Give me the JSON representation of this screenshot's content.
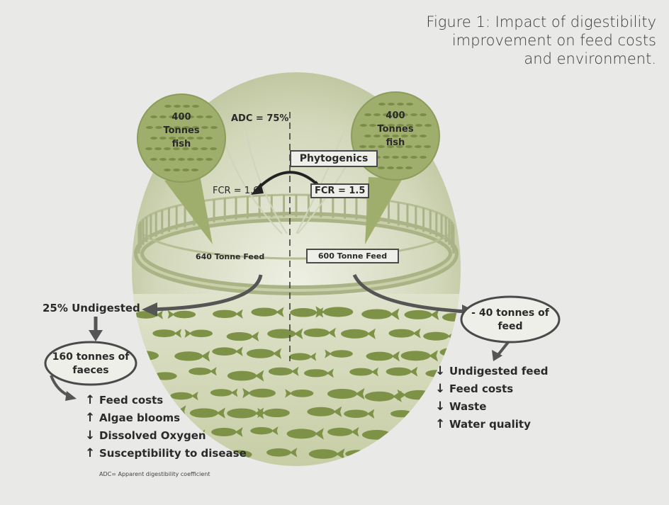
{
  "caption": "Figure 1: Impact of digestibility improvement on feed costs and environment.",
  "left_fish": {
    "line1": "400",
    "line2": "Tonnes",
    "line3": "fish"
  },
  "right_fish": {
    "line1": "400",
    "line2": "Tonnes",
    "line3": "fish"
  },
  "adc": "ADC = 75%",
  "phytogenics": "Phytogenics",
  "fcr_left": "FCR = 1.6",
  "fcr_right": "FCR = 1.5",
  "feed_left": "640 Tonne Feed",
  "feed_right": "600 Tonne Feed",
  "undigested": "25% Undigested",
  "faeces": {
    "line1": "160 tonnes of",
    "line2": "faeces"
  },
  "saving": {
    "line1": "- 40 tonnes of",
    "line2": "feed"
  },
  "left_effects": [
    {
      "arrow": "↑",
      "text": "Feed costs"
    },
    {
      "arrow": "↑",
      "text": "Algae blooms"
    },
    {
      "arrow": "↓",
      "text": "Dissolved Oxygen"
    },
    {
      "arrow": "↑",
      "text": "Susceptibility to disease"
    }
  ],
  "right_effects": [
    {
      "arrow": "↓",
      "text": "Undigested feed"
    },
    {
      "arrow": "↓",
      "text": "Feed costs"
    },
    {
      "arrow": "↓",
      "text": "Waste"
    },
    {
      "arrow": "↑",
      "text": "Water quality"
    }
  ],
  "footnote": "ADC= Apparent digestibility coefficient",
  "colors": {
    "green_light": "#c9cfa6",
    "green_mid": "#9fae6c",
    "fish": "#7d9147",
    "bg": "#e9e9e7"
  }
}
